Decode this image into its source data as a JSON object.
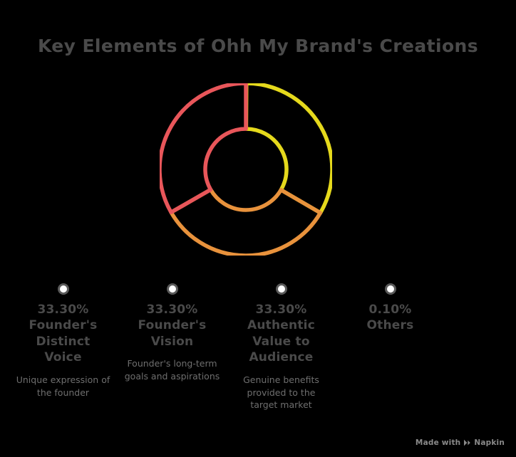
{
  "chart_title": "Key Elements of Ohh My Brand's Creations",
  "watermark": {
    "prefix": "Made with",
    "brand": "Napkin",
    "logo_icon": "napkin-play-logo-icon"
  },
  "colors": {
    "background": "#000000",
    "title_text": "#4a4a4a",
    "legend_label_text": "#4a4a4a",
    "legend_desc_text": "#6e6e6e",
    "legend_dot_ring": "#5a5a5a",
    "legend_dot_fill": "#ffffff",
    "watermark_text": "#8a8a8a",
    "slice_red": "#e8565a",
    "slice_yellow": "#e5d91c",
    "slice_orange": "#e8923c",
    "slice_gray": "#a8a8a8"
  },
  "legend": {
    "items": [
      {
        "dot_icon": "legend-dot-icon",
        "label": "33.30% Founder's Distinct Voice",
        "description": "Unique expression of the founder"
      },
      {
        "dot_icon": "legend-dot-icon",
        "label": "33.30% Founder's Vision",
        "description": "Founder's long-term goals and aspirations"
      },
      {
        "dot_icon": "legend-dot-icon",
        "label": "33.30% Authentic Value to Audience",
        "description": "Genuine benefits provided to the target market"
      },
      {
        "dot_icon": "legend-dot-icon",
        "label": "0.10% Others",
        "description": ""
      }
    ]
  },
  "chart_data": {
    "type": "pie",
    "title": "Key Elements of Ohh My Brand's Creations",
    "subtitle": "",
    "xlabel": "",
    "ylabel": "",
    "style": "donut-outline",
    "legend_position": "bottom",
    "grid": false,
    "center": {
      "x": 345,
      "y": 238
    },
    "outer_radius": 121,
    "inner_radius": 57,
    "start_angle_deg": -90,
    "direction": "counterclockwise-from-top-for-red",
    "categories": [
      "33.30% Founder's Distinct Voice",
      "33.30% Founder's Vision",
      "33.30% Authentic Value to Audience",
      "0.10% Others"
    ],
    "values": [
      33.3,
      33.3,
      33.3,
      0.1
    ],
    "unit": "%",
    "series": [
      {
        "name": "Key Elements",
        "values": [
          33.3,
          33.3,
          33.3,
          0.1
        ]
      }
    ],
    "slices": [
      {
        "label": "33.30% Founder's Distinct Voice",
        "value": 33.3,
        "color": "#e8565a",
        "description": "Unique expression of the founder"
      },
      {
        "label": "33.30% Founder's Vision",
        "value": 33.3,
        "color": "#e5d91c",
        "description": "Founder's long-term goals and aspirations"
      },
      {
        "label": "33.30% Authentic Value to Audience",
        "value": 33.3,
        "color": "#e8923c",
        "description": "Genuine benefits provided to the target market"
      },
      {
        "label": "0.10% Others",
        "value": 0.1,
        "color": "#a8a8a8",
        "description": ""
      }
    ]
  }
}
